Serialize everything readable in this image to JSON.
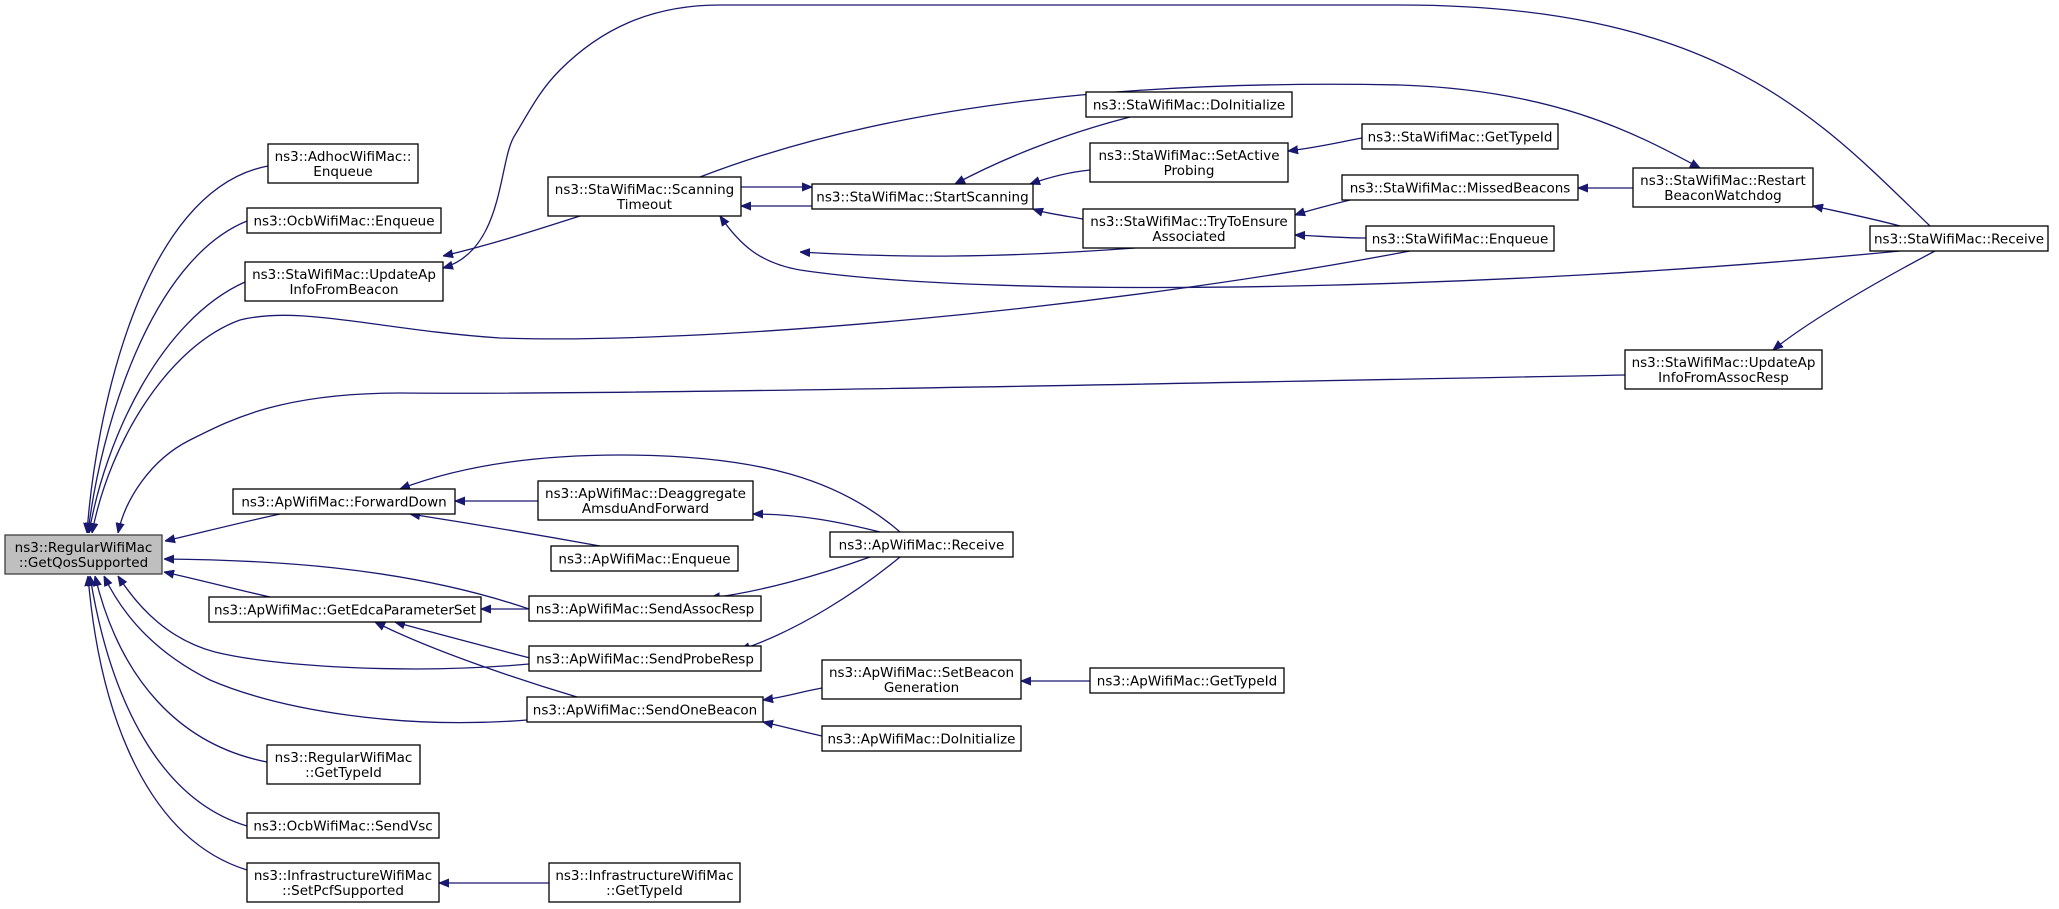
{
  "graph": {
    "colors": {
      "edge": "#191970",
      "root_fill": "#bfbfbf",
      "node_fill": "#ffffff",
      "border": "#000000"
    },
    "nodes": {
      "root": [
        "ns3::RegularWifiMac",
        "::GetQosSupported"
      ],
      "adhoc_enq": [
        "ns3::AdhocWifiMac::",
        "Enqueue"
      ],
      "ocb_enq": [
        "ns3::OcbWifiMac::Enqueue"
      ],
      "sta_upd_beacon": [
        "ns3::StaWifiMac::UpdateAp",
        "InfoFromBeacon"
      ],
      "ap_fwd": [
        "ns3::ApWifiMac::ForwardDown"
      ],
      "ap_edca": [
        "ns3::ApWifiMac::GetEdcaParameterSet"
      ],
      "reg_typeid": [
        "ns3::RegularWifiMac",
        "::GetTypeId"
      ],
      "ocb_vsc": [
        "ns3::OcbWifiMac::SendVsc"
      ],
      "infra_pcf": [
        "ns3::InfrastructureWifiMac",
        "::SetPcfSupported"
      ],
      "sta_scan_to": [
        "ns3::StaWifiMac::Scanning",
        "Timeout"
      ],
      "ap_deagg": [
        "ns3::ApWifiMac::Deaggregate",
        "AmsduAndForward"
      ],
      "ap_enq": [
        "ns3::ApWifiMac::Enqueue"
      ],
      "ap_assoc": [
        "ns3::ApWifiMac::SendAssocResp"
      ],
      "ap_probe": [
        "ns3::ApWifiMac::SendProbeResp"
      ],
      "ap_beacon": [
        "ns3::ApWifiMac::SendOneBeacon"
      ],
      "infra_typeid": [
        "ns3::InfrastructureWifiMac",
        "::GetTypeId"
      ],
      "sta_start": [
        "ns3::StaWifiMac::StartScanning"
      ],
      "ap_recv": [
        "ns3::ApWifiMac::Receive"
      ],
      "ap_setbeacon": [
        "ns3::ApWifiMac::SetBeacon",
        "Generation"
      ],
      "ap_doinit": [
        "ns3::ApWifiMac::DoInitialize"
      ],
      "sta_doinit": [
        "ns3::StaWifiMac::DoInitialize"
      ],
      "sta_active": [
        "ns3::StaWifiMac::SetActive",
        "Probing"
      ],
      "sta_try": [
        "ns3::StaWifiMac::TryToEnsure",
        "Associated"
      ],
      "ap_typeid": [
        "ns3::ApWifiMac::GetTypeId"
      ],
      "sta_typeid": [
        "ns3::StaWifiMac::GetTypeId"
      ],
      "sta_missed": [
        "ns3::StaWifiMac::MissedBeacons"
      ],
      "sta_enq": [
        "ns3::StaWifiMac::Enqueue"
      ],
      "sta_restart": [
        "ns3::StaWifiMac::Restart",
        "BeaconWatchdog"
      ],
      "sta_upd_assoc": [
        "ns3::StaWifiMac::UpdateAp",
        "InfoFromAssocResp"
      ],
      "sta_recv": [
        "ns3::StaWifiMac::Receive"
      ]
    },
    "edges": [
      [
        "adhoc_enq",
        "root"
      ],
      [
        "ocb_enq",
        "root"
      ],
      [
        "sta_upd_beacon",
        "root"
      ],
      [
        "sta_enq",
        "root"
      ],
      [
        "sta_upd_assoc",
        "root"
      ],
      [
        "ap_fwd",
        "root"
      ],
      [
        "ap_assoc",
        "root"
      ],
      [
        "ap_edca",
        "root"
      ],
      [
        "ap_probe",
        "root"
      ],
      [
        "ap_beacon",
        "root"
      ],
      [
        "reg_typeid",
        "root"
      ],
      [
        "ocb_vsc",
        "root"
      ],
      [
        "infra_pcf",
        "root"
      ],
      [
        "sta_scan_to",
        "sta_upd_beacon"
      ],
      [
        "sta_recv",
        "sta_upd_beacon"
      ],
      [
        "ap_deagg",
        "ap_fwd"
      ],
      [
        "ap_enq",
        "ap_fwd"
      ],
      [
        "ap_recv",
        "ap_fwd"
      ],
      [
        "ap_assoc",
        "ap_edca"
      ],
      [
        "ap_probe",
        "ap_edca"
      ],
      [
        "ap_beacon",
        "ap_edca"
      ],
      [
        "infra_typeid",
        "infra_pcf"
      ],
      [
        "sta_start",
        "sta_scan_to"
      ],
      [
        "sta_try",
        "sta_scan_to"
      ],
      [
        "sta_recv",
        "sta_scan_to"
      ],
      [
        "sta_scan_to",
        "sta_start"
      ],
      [
        "sta_doinit",
        "sta_start"
      ],
      [
        "sta_active",
        "sta_start"
      ],
      [
        "sta_try",
        "sta_start"
      ],
      [
        "sta_typeid",
        "sta_active"
      ],
      [
        "sta_missed",
        "sta_try"
      ],
      [
        "sta_enq",
        "sta_try"
      ],
      [
        "sta_restart",
        "sta_missed"
      ],
      [
        "sta_scan_to",
        "sta_restart"
      ],
      [
        "sta_recv",
        "sta_restart"
      ],
      [
        "sta_recv",
        "sta_upd_assoc"
      ],
      [
        "ap_recv",
        "ap_deagg"
      ],
      [
        "ap_recv",
        "ap_assoc"
      ],
      [
        "ap_recv",
        "ap_probe"
      ],
      [
        "ap_setbeacon",
        "ap_beacon"
      ],
      [
        "ap_doinit",
        "ap_beacon"
      ],
      [
        "ap_typeid",
        "ap_setbeacon"
      ]
    ]
  }
}
